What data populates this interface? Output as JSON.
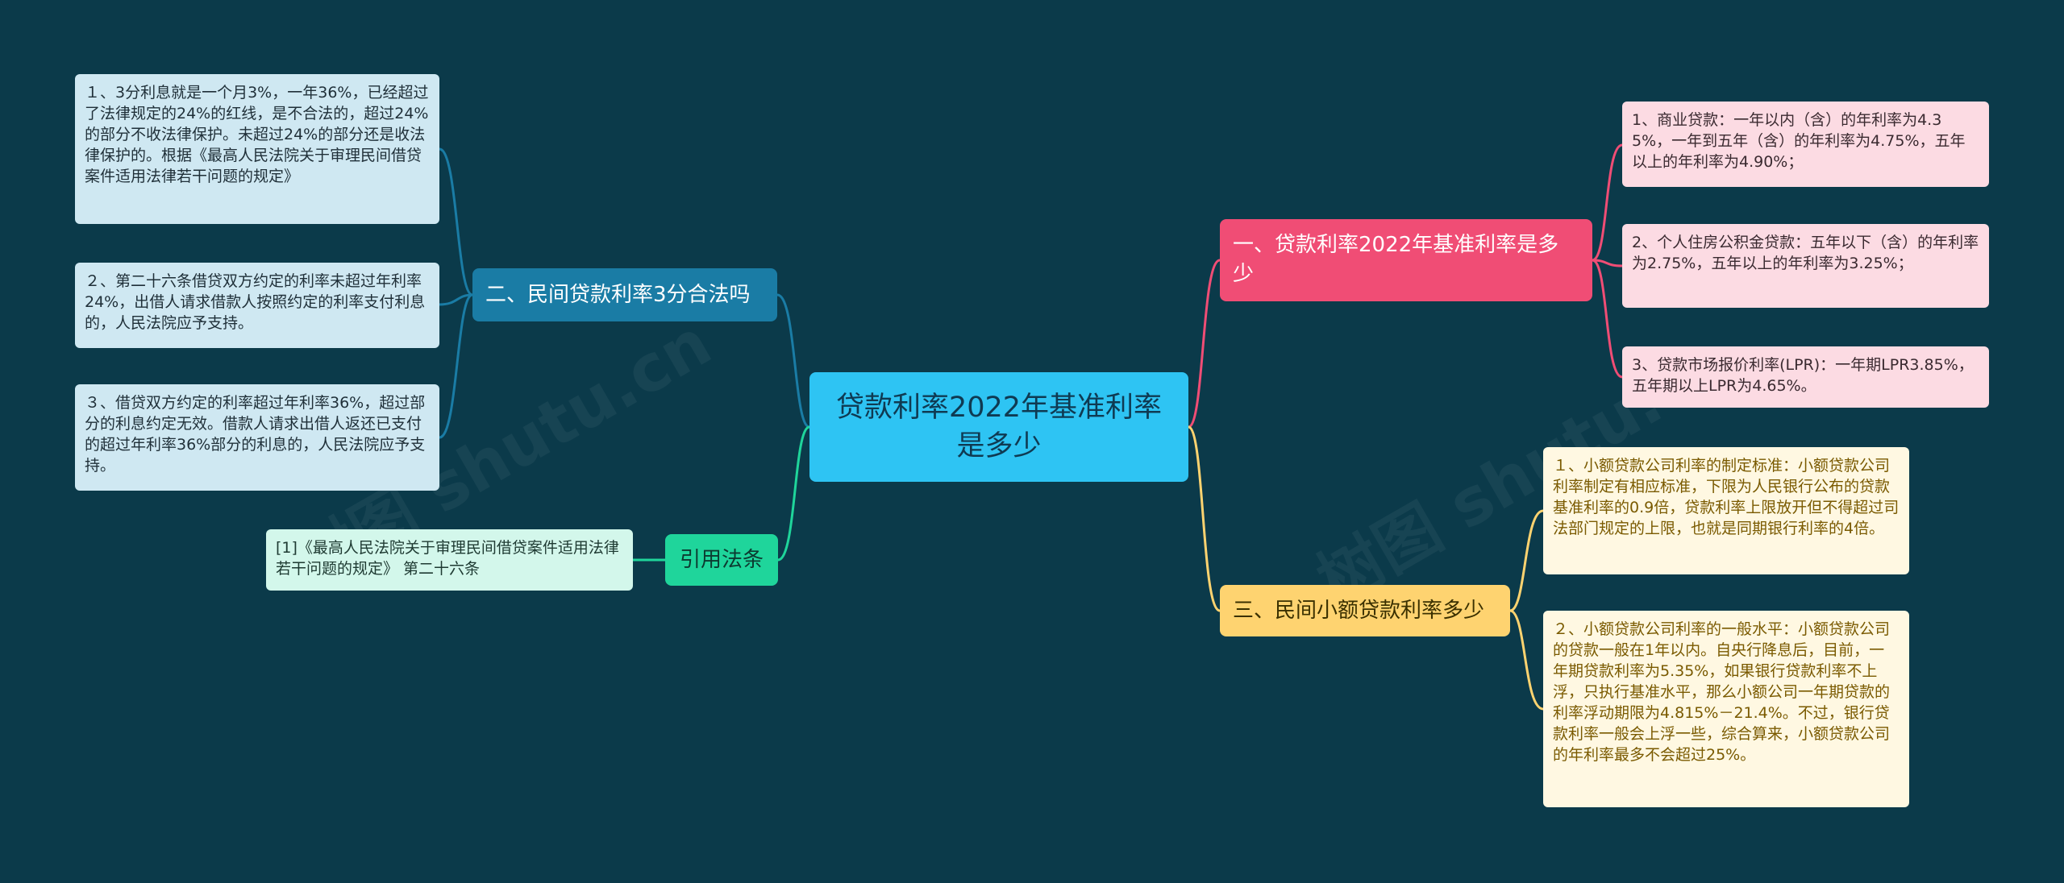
{
  "center": {
    "title": "贷款利率2022年基准利率是多少"
  },
  "branches": {
    "b1": "一、贷款利率2022年基准利率是多少",
    "b2": "二、民间贷款利率3分合法吗",
    "b3": "三、民间小额贷款利率多少",
    "b4": "引用法条"
  },
  "leaves": {
    "b1_1": "1、商业贷款：一年以内（含）的年利率为4.35%，一年到五年（含）的年利率为4.75%，五年以上的年利率为4.90%；",
    "b1_2": "2、个人住房公积金贷款：五年以下（含）的年利率为2.75%，五年以上的年利率为3.25%；",
    "b1_3": "3、贷款市场报价利率(LPR)：一年期LPR3.85%，五年期以上LPR为4.65%。",
    "b2_1": "１、3分利息就是一个月3%，一年36%，已经超过了法律规定的24%的红线，是不合法的，超过24%的部分不收法律保护。未超过24%的部分还是收法律保护的。根据《最高人民法院关于审理民间借贷案件适用法律若干问题的规定》",
    "b2_2": "２、第二十六条借贷双方约定的利率未超过年利率24%，出借人请求借款人按照约定的利率支付利息的，人民法院应予支持。",
    "b2_3": "３、借贷双方约定的利率超过年利率36%，超过部分的利息约定无效。借款人请求出借人返还已支付的超过年利率36%部分的利息的，人民法院应予支持。",
    "b3_1": "１、小额贷款公司利率的制定标准：小额贷款公司利率制定有相应标准，下限为人民银行公布的贷款基准利率的0.9倍，贷款利率上限放开但不得超过司法部门规定的上限，也就是同期银行利率的4倍。",
    "b3_2": "２、小额贷款公司利率的一般水平：小额贷款公司的贷款一般在1年以内。自央行降息后，目前，一年期贷款利率为5.35%，如果银行贷款利率不上浮，只执行基准水平，那么小额公司一年期贷款的利率浮动期限为4.815%－21.4%。不过，银行贷款利率一般会上浮一些，综合算来，小额贷款公司的年利率最多不会超过25%。",
    "b4_1": "[1]《最高人民法院关于审理民间借贷案件适用法律若干问题的规定》 第二十六条"
  },
  "colors": {
    "background": "#0b3a4a",
    "center": "#2ec4f3",
    "branch1": "#f04d75",
    "branch2": "#1a7ca5",
    "branch3": "#fed370",
    "branch4": "#1fd59b"
  }
}
